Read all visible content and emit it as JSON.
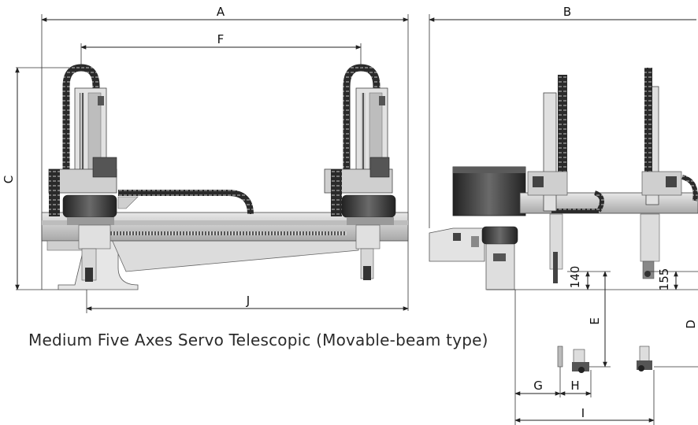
{
  "caption": "Medium Five Axes Servo Telescopic (Movable-beam type)",
  "dimensions": {
    "A": "A",
    "B": "B",
    "C": "C",
    "D": "D",
    "E": "E",
    "F": "F",
    "G": "G",
    "H": "H",
    "I": "I",
    "J": "J",
    "v140": "140",
    "v155": "155"
  },
  "colors": {
    "line": "#222222",
    "body_dark": "#3a3a3a",
    "body_mid": "#8a8a8a",
    "body_light": "#d6d6d6",
    "background": "#ffffff"
  }
}
